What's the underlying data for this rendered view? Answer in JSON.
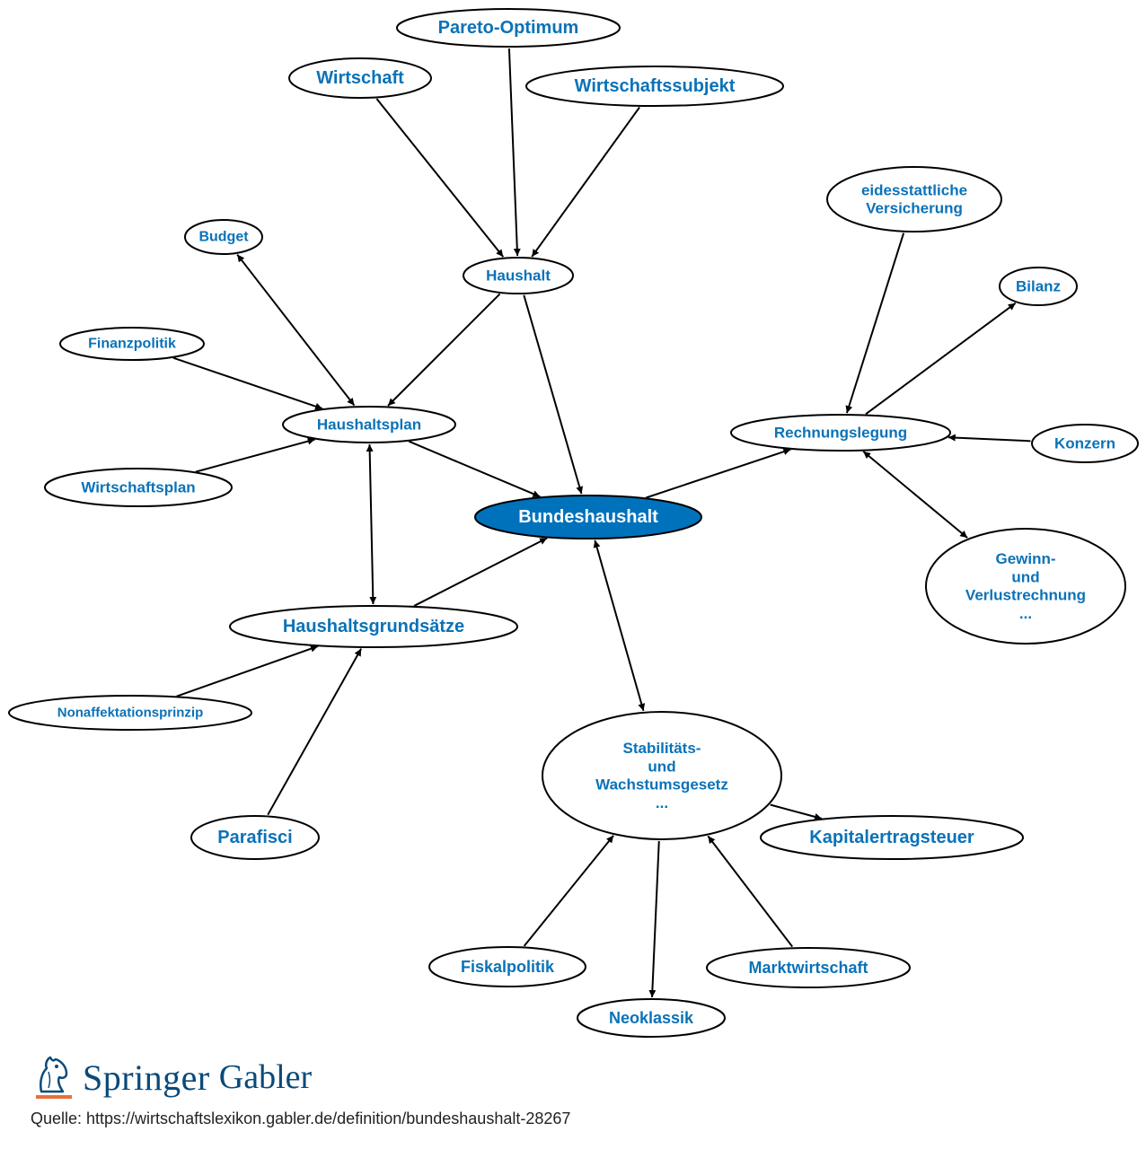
{
  "nodes": [
    {
      "id": "bundeshaushalt",
      "lines": [
        "Bundeshaushalt"
      ],
      "center": true
    },
    {
      "id": "pareto",
      "lines": [
        "Pareto-Optimum"
      ]
    },
    {
      "id": "wirtschaft",
      "lines": [
        "Wirtschaft"
      ]
    },
    {
      "id": "wirtschaftssubjekt",
      "lines": [
        "Wirtschaftssubjekt"
      ]
    },
    {
      "id": "haushalt",
      "lines": [
        "Haushalt"
      ]
    },
    {
      "id": "budget",
      "lines": [
        "Budget"
      ]
    },
    {
      "id": "finanzpolitik",
      "lines": [
        "Finanzpolitik"
      ]
    },
    {
      "id": "haushaltsplan",
      "lines": [
        "Haushaltsplan"
      ]
    },
    {
      "id": "wirtschaftsplan",
      "lines": [
        "Wirtschaftsplan"
      ]
    },
    {
      "id": "haushaltsgrundsaetze",
      "lines": [
        "Haushaltsgrundsätze"
      ]
    },
    {
      "id": "nonaffektation",
      "lines": [
        "Nonaffektationsprinzip"
      ]
    },
    {
      "id": "parafisci",
      "lines": [
        "Parafisci"
      ]
    },
    {
      "id": "eidesstattliche",
      "lines": [
        "eidesstattliche",
        "Versicherung"
      ]
    },
    {
      "id": "bilanz",
      "lines": [
        "Bilanz"
      ]
    },
    {
      "id": "rechnungslegung",
      "lines": [
        "Rechnungslegung"
      ]
    },
    {
      "id": "konzern",
      "lines": [
        "Konzern"
      ]
    },
    {
      "id": "guv",
      "lines": [
        "Gewinn-",
        "und",
        "Verlustrechnung",
        "..."
      ]
    },
    {
      "id": "stabg",
      "lines": [
        "Stabilitäts-",
        "und",
        "Wachstumsgesetz",
        "..."
      ]
    },
    {
      "id": "kapitalertragsteuer",
      "lines": [
        "Kapitalertragsteuer"
      ]
    },
    {
      "id": "fiskalpolitik",
      "lines": [
        "Fiskalpolitik"
      ]
    },
    {
      "id": "neoklassik",
      "lines": [
        "Neoklassik"
      ]
    },
    {
      "id": "marktwirtschaft",
      "lines": [
        "Marktwirtschaft"
      ]
    }
  ],
  "edges": [
    {
      "from": "wirtschaft",
      "to": "haushalt",
      "arrow_start": false,
      "arrow_end": true
    },
    {
      "from": "pareto",
      "to": "haushalt",
      "arrow_start": false,
      "arrow_end": true
    },
    {
      "from": "wirtschaftssubjekt",
      "to": "haushalt",
      "arrow_start": false,
      "arrow_end": true
    },
    {
      "from": "haushalt",
      "to": "haushaltsplan",
      "arrow_start": false,
      "arrow_end": true
    },
    {
      "from": "haushalt",
      "to": "bundeshaushalt",
      "arrow_start": false,
      "arrow_end": true
    },
    {
      "from": "haushaltsplan",
      "to": "budget",
      "arrow_start": true,
      "arrow_end": true
    },
    {
      "from": "finanzpolitik",
      "to": "haushaltsplan",
      "arrow_start": false,
      "arrow_end": true
    },
    {
      "from": "wirtschaftsplan",
      "to": "haushaltsplan",
      "arrow_start": false,
      "arrow_end": true
    },
    {
      "from": "haushaltsplan",
      "to": "bundeshaushalt",
      "arrow_start": false,
      "arrow_end": true
    },
    {
      "from": "haushaltsplan",
      "to": "haushaltsgrundsaetze",
      "arrow_start": true,
      "arrow_end": true
    },
    {
      "from": "haushaltsgrundsaetze",
      "to": "bundeshaushalt",
      "arrow_start": false,
      "arrow_end": true
    },
    {
      "from": "nonaffektation",
      "to": "haushaltsgrundsaetze",
      "arrow_start": false,
      "arrow_end": true
    },
    {
      "from": "parafisci",
      "to": "haushaltsgrundsaetze",
      "arrow_start": false,
      "arrow_end": true
    },
    {
      "from": "bundeshaushalt",
      "to": "rechnungslegung",
      "arrow_start": false,
      "arrow_end": true
    },
    {
      "from": "eidesstattliche",
      "to": "rechnungslegung",
      "arrow_start": false,
      "arrow_end": true
    },
    {
      "from": "rechnungslegung",
      "to": "bilanz",
      "arrow_start": false,
      "arrow_end": true
    },
    {
      "from": "konzern",
      "to": "rechnungslegung",
      "arrow_start": false,
      "arrow_end": true
    },
    {
      "from": "rechnungslegung",
      "to": "guv",
      "arrow_start": true,
      "arrow_end": true
    },
    {
      "from": "bundeshaushalt",
      "to": "stabg",
      "arrow_start": true,
      "arrow_end": true
    },
    {
      "from": "stabg",
      "to": "kapitalertragsteuer",
      "arrow_start": false,
      "arrow_end": true
    },
    {
      "from": "fiskalpolitik",
      "to": "stabg",
      "arrow_start": false,
      "arrow_end": true
    },
    {
      "from": "stabg",
      "to": "neoklassik",
      "arrow_start": false,
      "arrow_end": true
    },
    {
      "from": "marktwirtschaft",
      "to": "stabg",
      "arrow_start": false,
      "arrow_end": true
    }
  ],
  "logo": {
    "word_1": "Springer",
    "word_2": "Gabler",
    "icon": "knight-horse-logo-icon"
  },
  "source_text": "Quelle: https://wirtschaftslexikon.gabler.de/definition/bundeshaushalt-28267",
  "colors": {
    "node_text": "#0a72b8",
    "center_fill": "#0072bc",
    "center_text": "#ffffff",
    "edge": "#000000",
    "logo": "#0a4a7a",
    "logo_underline": "#e8703a"
  }
}
